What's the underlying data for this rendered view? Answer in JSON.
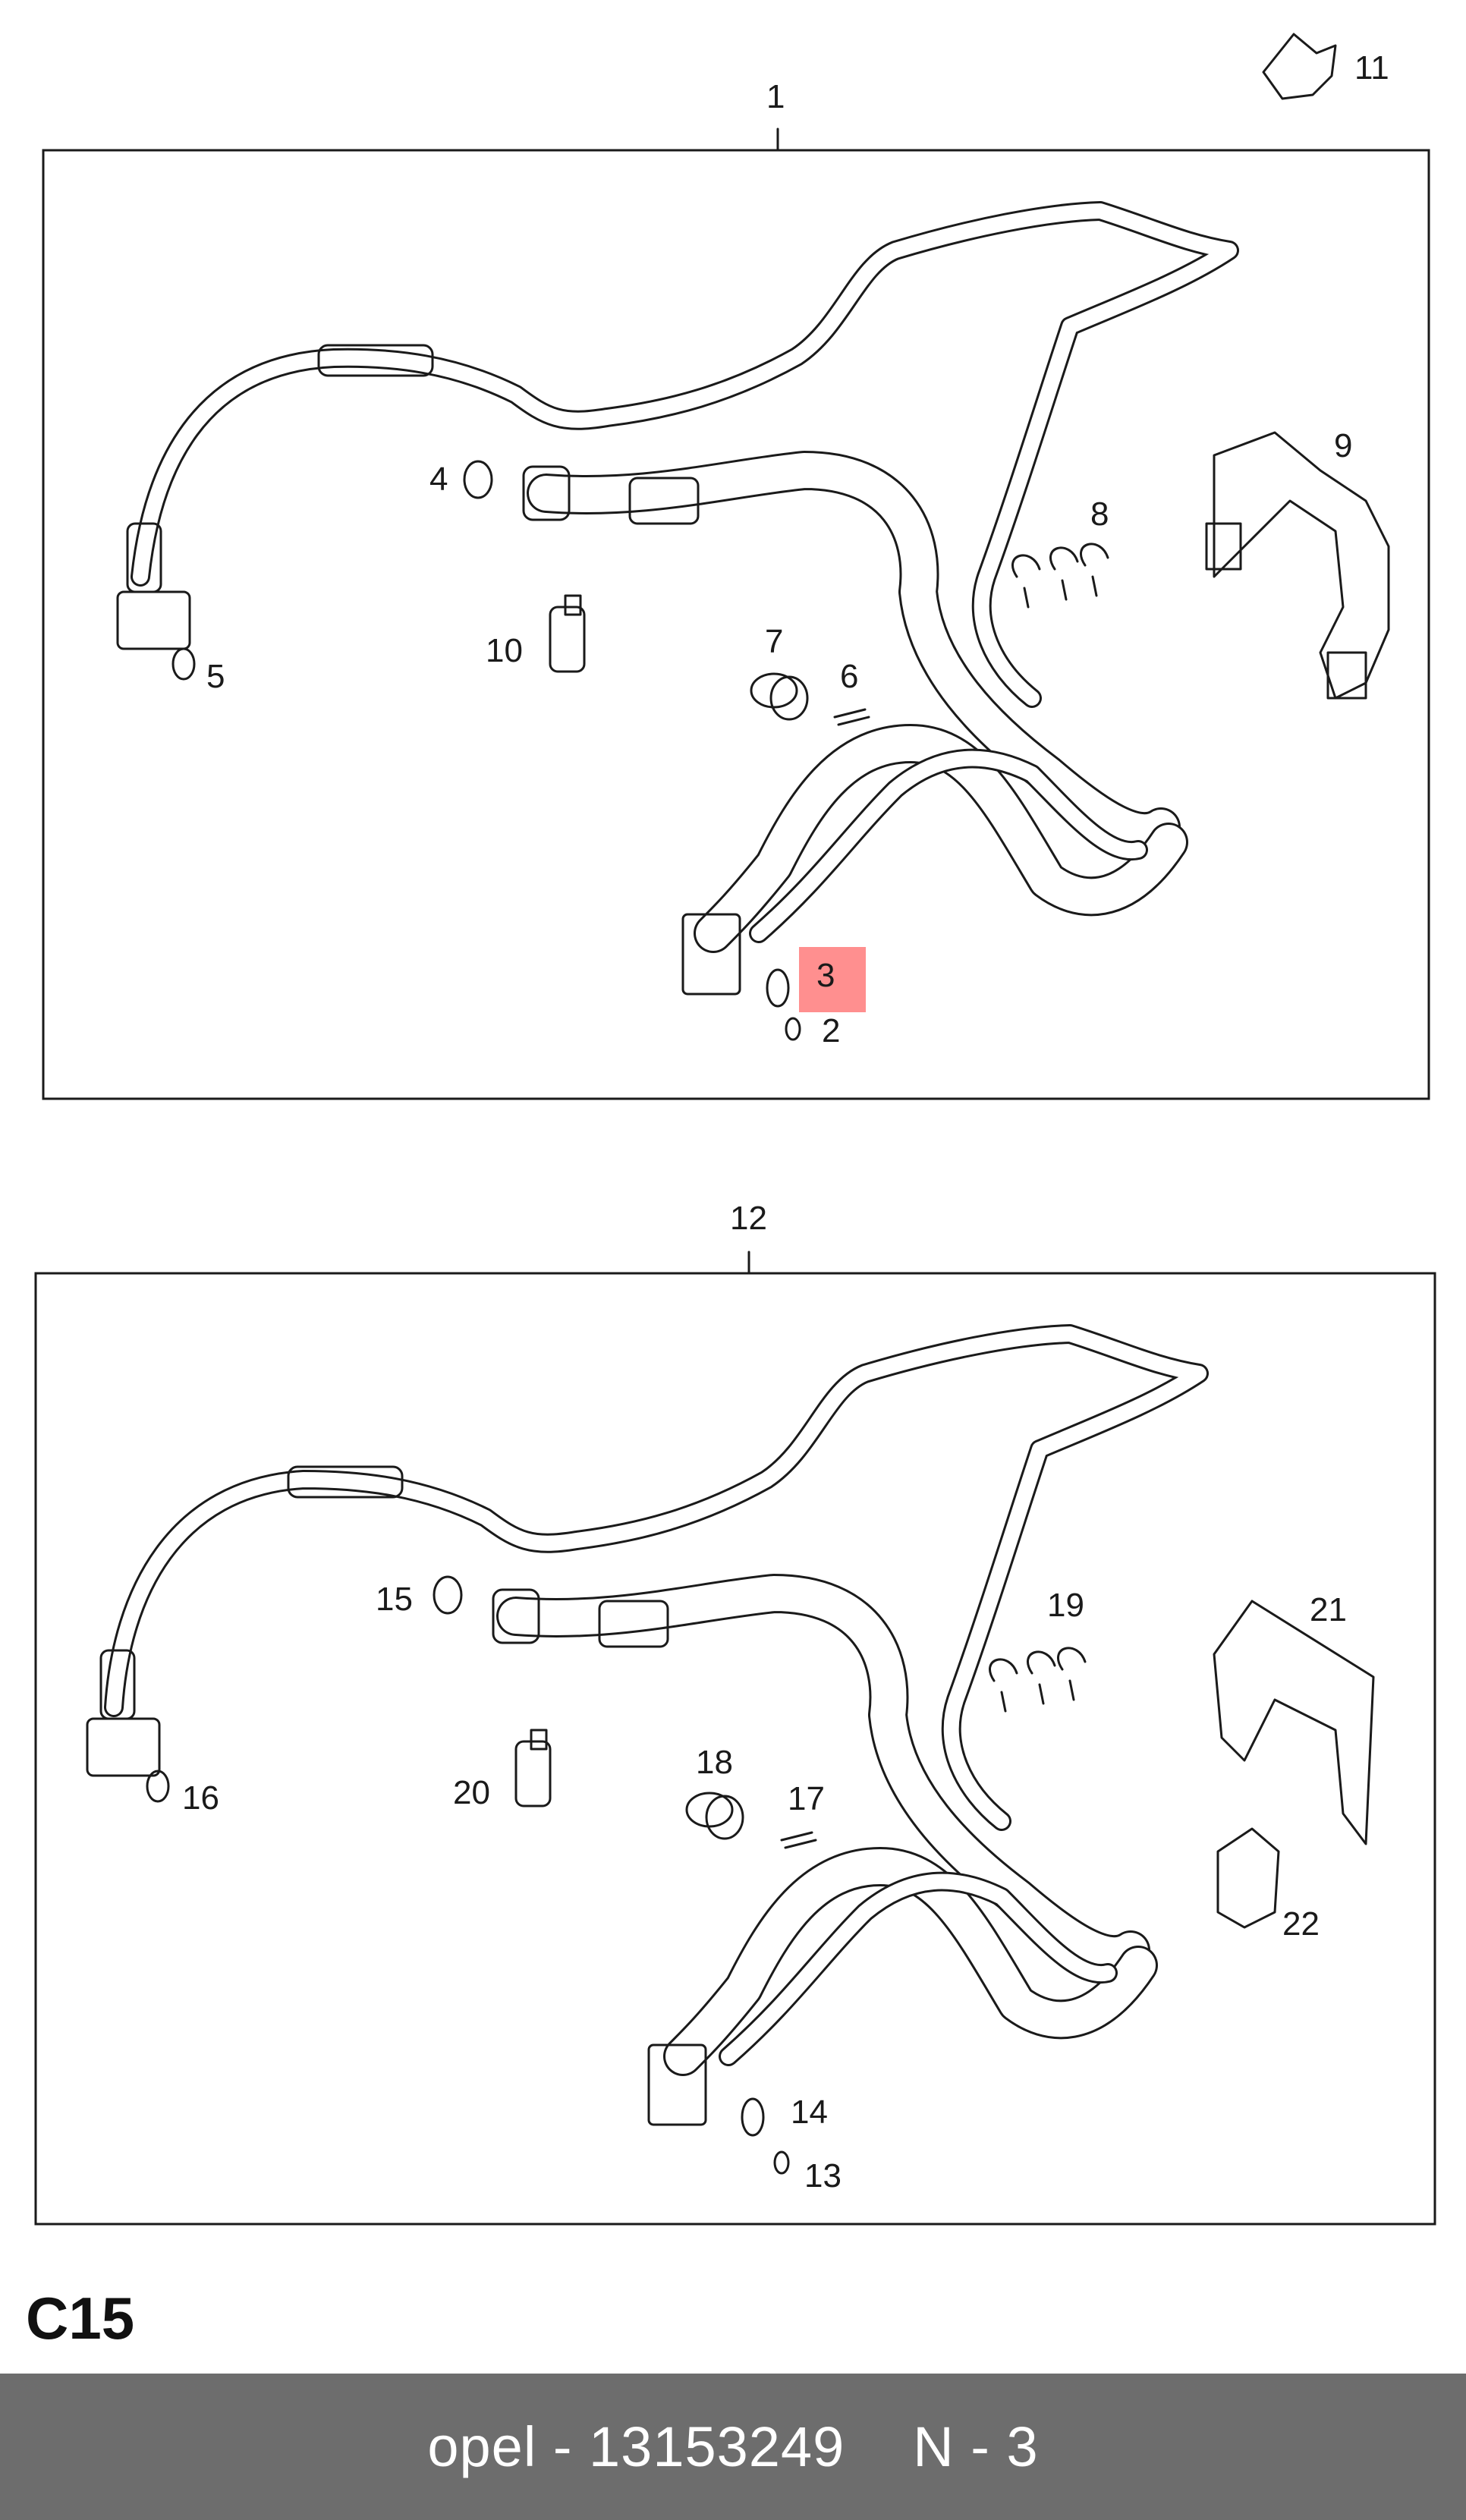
{
  "sheet_code": "C15",
  "footer": {
    "brand_part": "opel - 13153249",
    "note": "N - 3"
  },
  "highlight_color": "#ff7b7b",
  "top_group": {
    "label": "1",
    "callouts": [
      "2",
      "3",
      "4",
      "5",
      "6",
      "7",
      "8",
      "9",
      "10",
      "11"
    ],
    "highlighted": "3"
  },
  "bottom_group": {
    "label": "12",
    "callouts": [
      "13",
      "14",
      "15",
      "16",
      "17",
      "18",
      "19",
      "20",
      "21",
      "22"
    ]
  }
}
